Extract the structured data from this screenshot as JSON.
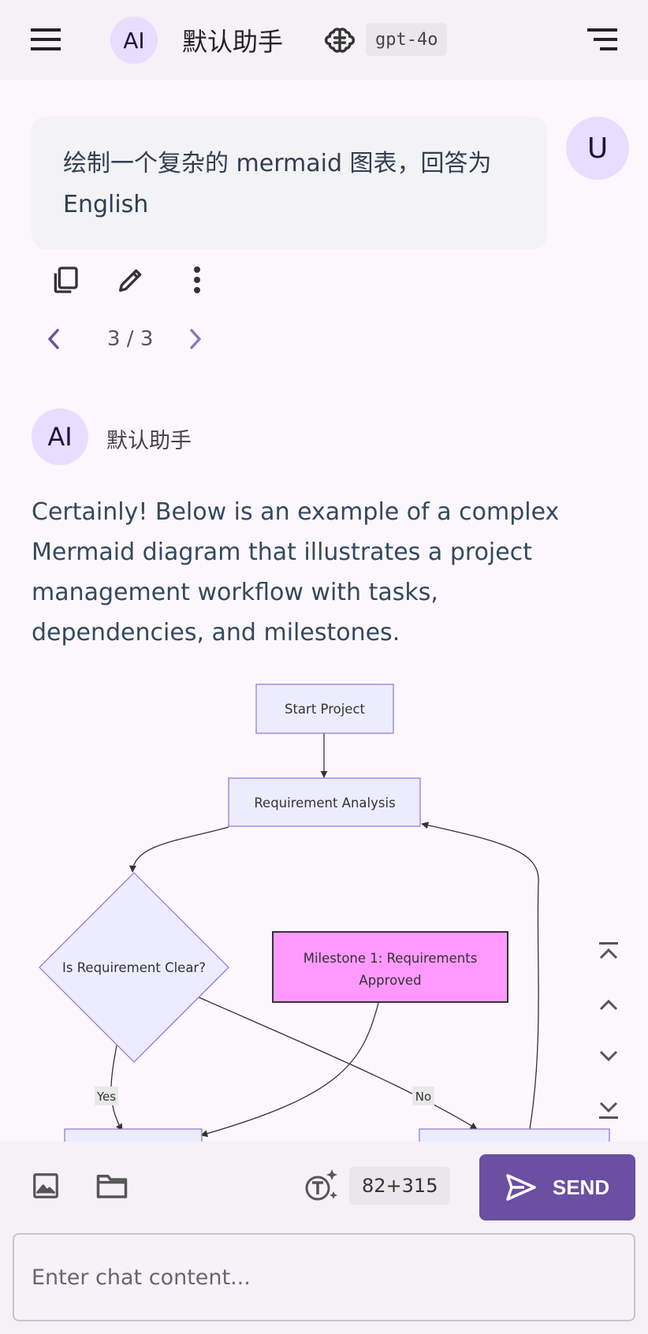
{
  "header": {
    "avatar_text": "AI",
    "assistant_name": "默认助手",
    "model": "gpt-4o"
  },
  "user_message": {
    "avatar_text": "U",
    "text": "绘制一个复杂的 mermaid 图表，回答为 English",
    "pager": "3 / 3"
  },
  "assistant": {
    "avatar_text": "AI",
    "name": "默认助手",
    "text": "Certainly! Below is an example of a complex Mermaid diagram that illustrates a project management workflow with tasks, dependencies, and milestones."
  },
  "diagram": {
    "nodes": {
      "start": "Start Project",
      "requirement_analysis": "Requirement Analysis",
      "decision": "Is Requirement Clear?",
      "milestone_line1": "Milestone 1: Requirements",
      "milestone_line2": "Approved"
    },
    "edge_labels": {
      "yes": "Yes",
      "no": "No"
    },
    "colors": {
      "node_fill": "#ececff",
      "node_stroke": "#9370db",
      "milestone_fill": "#ff99ff",
      "milestone_stroke": "#333333"
    }
  },
  "bottom_bar": {
    "token_count": "82+315",
    "send_label": "SEND",
    "input_placeholder": "Enter chat content..."
  },
  "colors": {
    "accent": "#6a4fa3",
    "avatar_bg": "#e8ddff"
  }
}
